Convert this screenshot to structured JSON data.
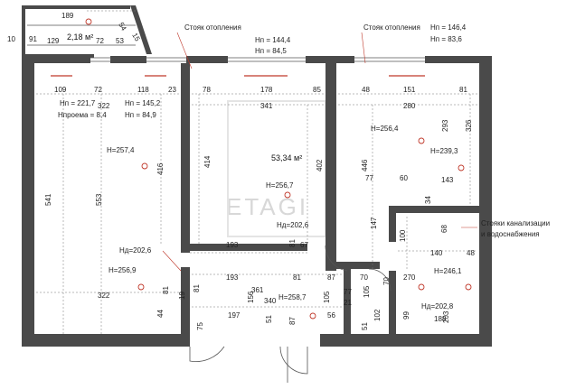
{
  "balcony": {
    "area": "2,18 м²",
    "dims": {
      "top": "189",
      "left_a": "91",
      "left_b": "10",
      "mid": "129",
      "d72": "72",
      "d53": "53",
      "d54": "54",
      "d15": "15"
    }
  },
  "notes": {
    "riser_left": "Стояк отопления",
    "riser_right": "Стояк отопления",
    "sewer_line1": "Стояки канализации",
    "sewer_line2": "и водоснабжения"
  },
  "heights": {
    "top_mid_hn": "Hп = 144,4",
    "top_mid_hd": "Hп = 84,5",
    "top_right_hn": "Hп = 146,4",
    "top_right_hd": "Hп = 83,6",
    "left_hp": "Hп = 221,7",
    "left_hpr": "Hпроема = 8,4",
    "left_h2": "Hп = 145,2",
    "left_h3": "Hп = 84,9",
    "left_room_h": "H=257,4",
    "mid_room_h": "H=256,7",
    "mid_door_h": "Hд=202,6",
    "right_room_h": "H=256,4",
    "right_h2": "H=239,3",
    "left_door_h": "Hд=202,6",
    "left_low_h": "H=256,9",
    "hall_h": "H=258,7",
    "bath_h": "H=246,1",
    "bath_door_h": "Hд=202,8"
  },
  "area_main": "53,34 м²",
  "watermark": "ETAGI",
  "dims": {
    "d109": "109",
    "d72b": "72",
    "d118": "118",
    "d23": "23",
    "d78": "78",
    "d178": "178",
    "d85": "85",
    "d48": "48",
    "d151": "151",
    "d81a": "81",
    "d322a": "322",
    "d341": "341",
    "d280": "280",
    "d326": "326",
    "d293": "293",
    "d416": "416",
    "d414": "414",
    "d402": "402",
    "d446": "446",
    "d541": "541",
    "d553": "553",
    "d77a": "77",
    "d60": "60",
    "d143": "143",
    "d34": "34",
    "d147": "147",
    "d193a": "193",
    "d81b": "81",
    "d67": "67",
    "d100": "100",
    "d68": "68",
    "d140": "140",
    "d48b": "48",
    "d193b": "193",
    "d81c": "81",
    "d87a": "87",
    "d70a": "70",
    "d270": "270",
    "d70b": "70",
    "d322b": "322",
    "d81d": "81",
    "d361": "361",
    "d156": "156",
    "d340": "340",
    "d105a": "105",
    "d105b": "105",
    "d21": "21",
    "d77b": "77",
    "d44": "44",
    "d19": "19",
    "d81e": "81",
    "d75": "75",
    "d197": "197",
    "d87b": "87",
    "d56": "56",
    "d51a": "51",
    "d51b": "51",
    "d102": "102",
    "d99": "99",
    "d203": "203",
    "d188": "188"
  }
}
